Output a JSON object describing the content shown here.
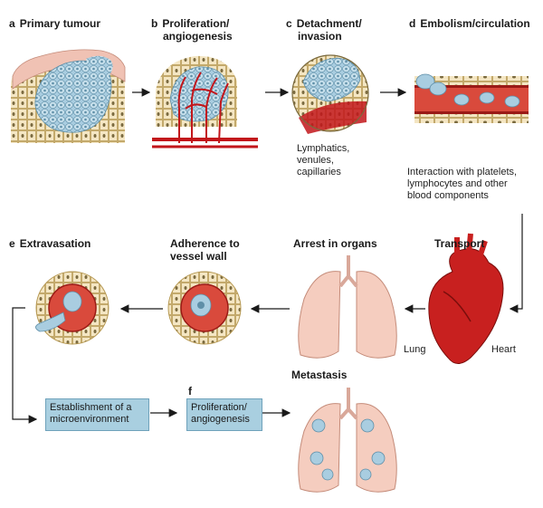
{
  "stages": {
    "primary_tumour": {
      "letter": "a",
      "label": "Primary tumour"
    },
    "proliferation_1": {
      "letter": "b",
      "label_line1": "Proliferation/",
      "label_line2": "angiogenesis"
    },
    "detachment": {
      "letter": "c",
      "label_line1": "Detachment/",
      "label_line2": "invasion"
    },
    "embolism": {
      "letter": "d",
      "label": "Embolism/circulation"
    },
    "transport": {
      "label": "Transport"
    },
    "arrest": {
      "label": "Arrest in organs"
    },
    "adherence": {
      "label_line1": "Adherence to",
      "label_line2": "vessel wall"
    },
    "extravasation": {
      "letter": "e",
      "label": "Extravasation"
    },
    "proliferation_2": {
      "letter": "f"
    },
    "metastasis": {
      "label": "Metastasis"
    }
  },
  "notes": {
    "vessels": [
      "Lymphatics,",
      "venules,",
      "capillaries"
    ],
    "interaction": [
      "Interaction with platelets,",
      "lymphocytes and other",
      "blood components"
    ],
    "lung": "Lung",
    "heart": "Heart"
  },
  "boxes": {
    "microenvironment": [
      "Establishment of a",
      "microenvironment"
    ],
    "proliferation": [
      "Proliferation/",
      "angiogenesis"
    ]
  },
  "colors": {
    "cell": "#f4e6c3",
    "cell_outline": "#b79a55",
    "tumour": "#a9cde0",
    "vessel": "#c2161b",
    "tissue": "#e8a48f",
    "lung": "#f5cdbf",
    "box": "#a9cfe0"
  }
}
